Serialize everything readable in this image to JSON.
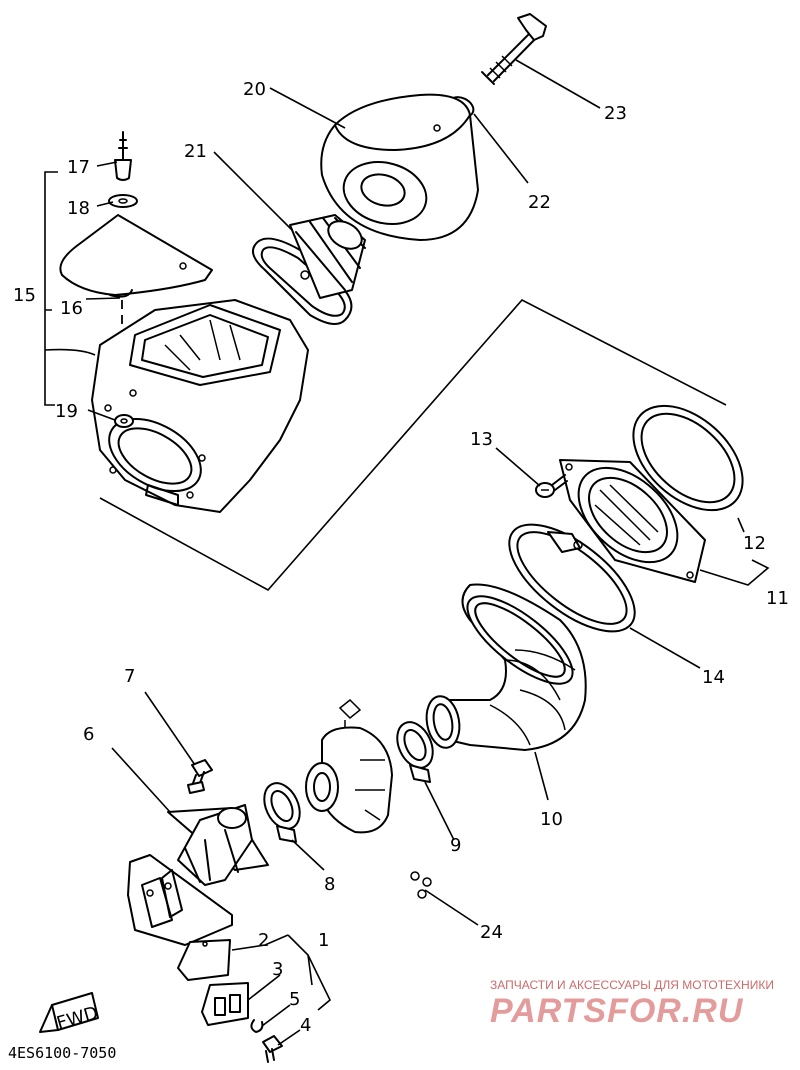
{
  "part_labels": [
    {
      "id": "1",
      "text": "1"
    },
    {
      "id": "2",
      "text": "2"
    },
    {
      "id": "3",
      "text": "3"
    },
    {
      "id": "4",
      "text": "4"
    },
    {
      "id": "5",
      "text": "5"
    },
    {
      "id": "6",
      "text": "6"
    },
    {
      "id": "7",
      "text": "7"
    },
    {
      "id": "8",
      "text": "8"
    },
    {
      "id": "9",
      "text": "9"
    },
    {
      "id": "10",
      "text": "10"
    },
    {
      "id": "11",
      "text": "11"
    },
    {
      "id": "12",
      "text": "12"
    },
    {
      "id": "13",
      "text": "13"
    },
    {
      "id": "14",
      "text": "14"
    },
    {
      "id": "15",
      "text": "15"
    },
    {
      "id": "16",
      "text": "16"
    },
    {
      "id": "17",
      "text": "17"
    },
    {
      "id": "18",
      "text": "18"
    },
    {
      "id": "19",
      "text": "19"
    },
    {
      "id": "20",
      "text": "20"
    },
    {
      "id": "21",
      "text": "21"
    },
    {
      "id": "22",
      "text": "22"
    },
    {
      "id": "23",
      "text": "23"
    },
    {
      "id": "24",
      "text": "24"
    }
  ],
  "fwd_badge": "FWD",
  "diagram_code": "4ES6100-7050",
  "watermark": {
    "subtitle": "ЗАПЧАСТИ И АКСЕССУАРЫ ДЛЯ МОТОТЕХНИКИ",
    "brand": "PARTSFOR.RU"
  }
}
